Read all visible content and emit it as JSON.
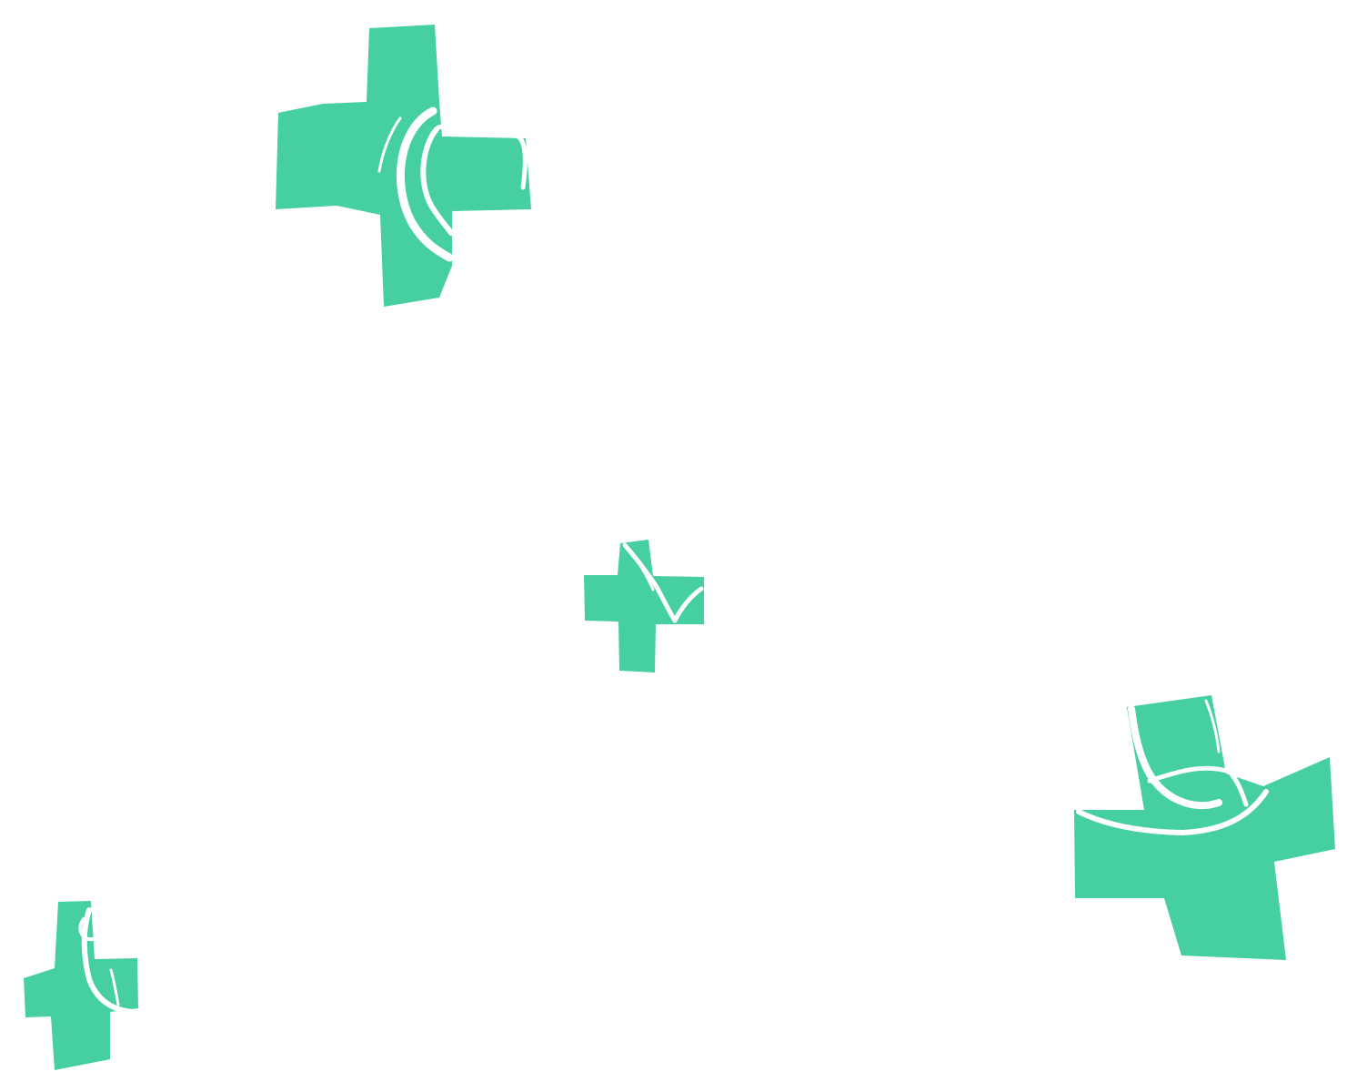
{
  "background_color": "#ffffff",
  "accent_color": "#46CFA0",
  "decorations": [
    {
      "name": "plus-cross-icon-large-top"
    },
    {
      "name": "plus-cross-icon-small-center"
    },
    {
      "name": "plus-cross-icon-large-bottom-right"
    },
    {
      "name": "plus-cross-icon-small-bottom-left"
    }
  ]
}
